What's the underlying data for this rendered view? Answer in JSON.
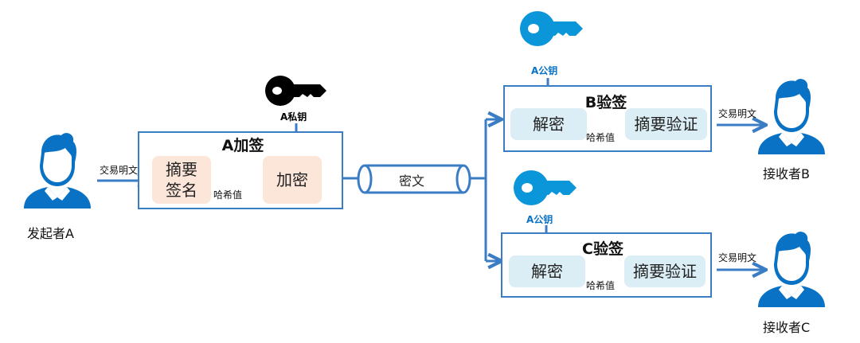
{
  "colors": {
    "line": "#3b7dc4",
    "person": "#0a72c4",
    "private_key": "#000000",
    "public_key": "#0a96d8",
    "sign_node_bg": "#fbe6d9",
    "verify_node_bg": "#dbeef5"
  },
  "sender": {
    "label": "发起者A",
    "icon": "person-icon"
  },
  "plaintext_label": "交易明文",
  "private_key": {
    "label": "A私钥",
    "icon": "key-icon"
  },
  "sign_box": {
    "title": "A加签",
    "digest_node": "摘要\n签名",
    "digest_line1": "摘要",
    "digest_line2": "签名",
    "hash_label": "哈希值",
    "encrypt_node": "加密"
  },
  "ciphertext": {
    "label": "密文",
    "icon": "pipe-cylinder"
  },
  "verify_b": {
    "key_label": "A公钥",
    "title": "B验签",
    "decrypt_node": "解密",
    "hash_label": "哈希值",
    "verify_node": "摘要验证",
    "plaintext_label": "交易明文",
    "receiver_label": "接收者B"
  },
  "verify_c": {
    "key_label": "A公钥",
    "title": "C验签",
    "decrypt_node": "解密",
    "hash_label": "哈希值",
    "verify_node": "摘要验证",
    "plaintext_label": "交易明文",
    "receiver_label": "接收者C"
  }
}
